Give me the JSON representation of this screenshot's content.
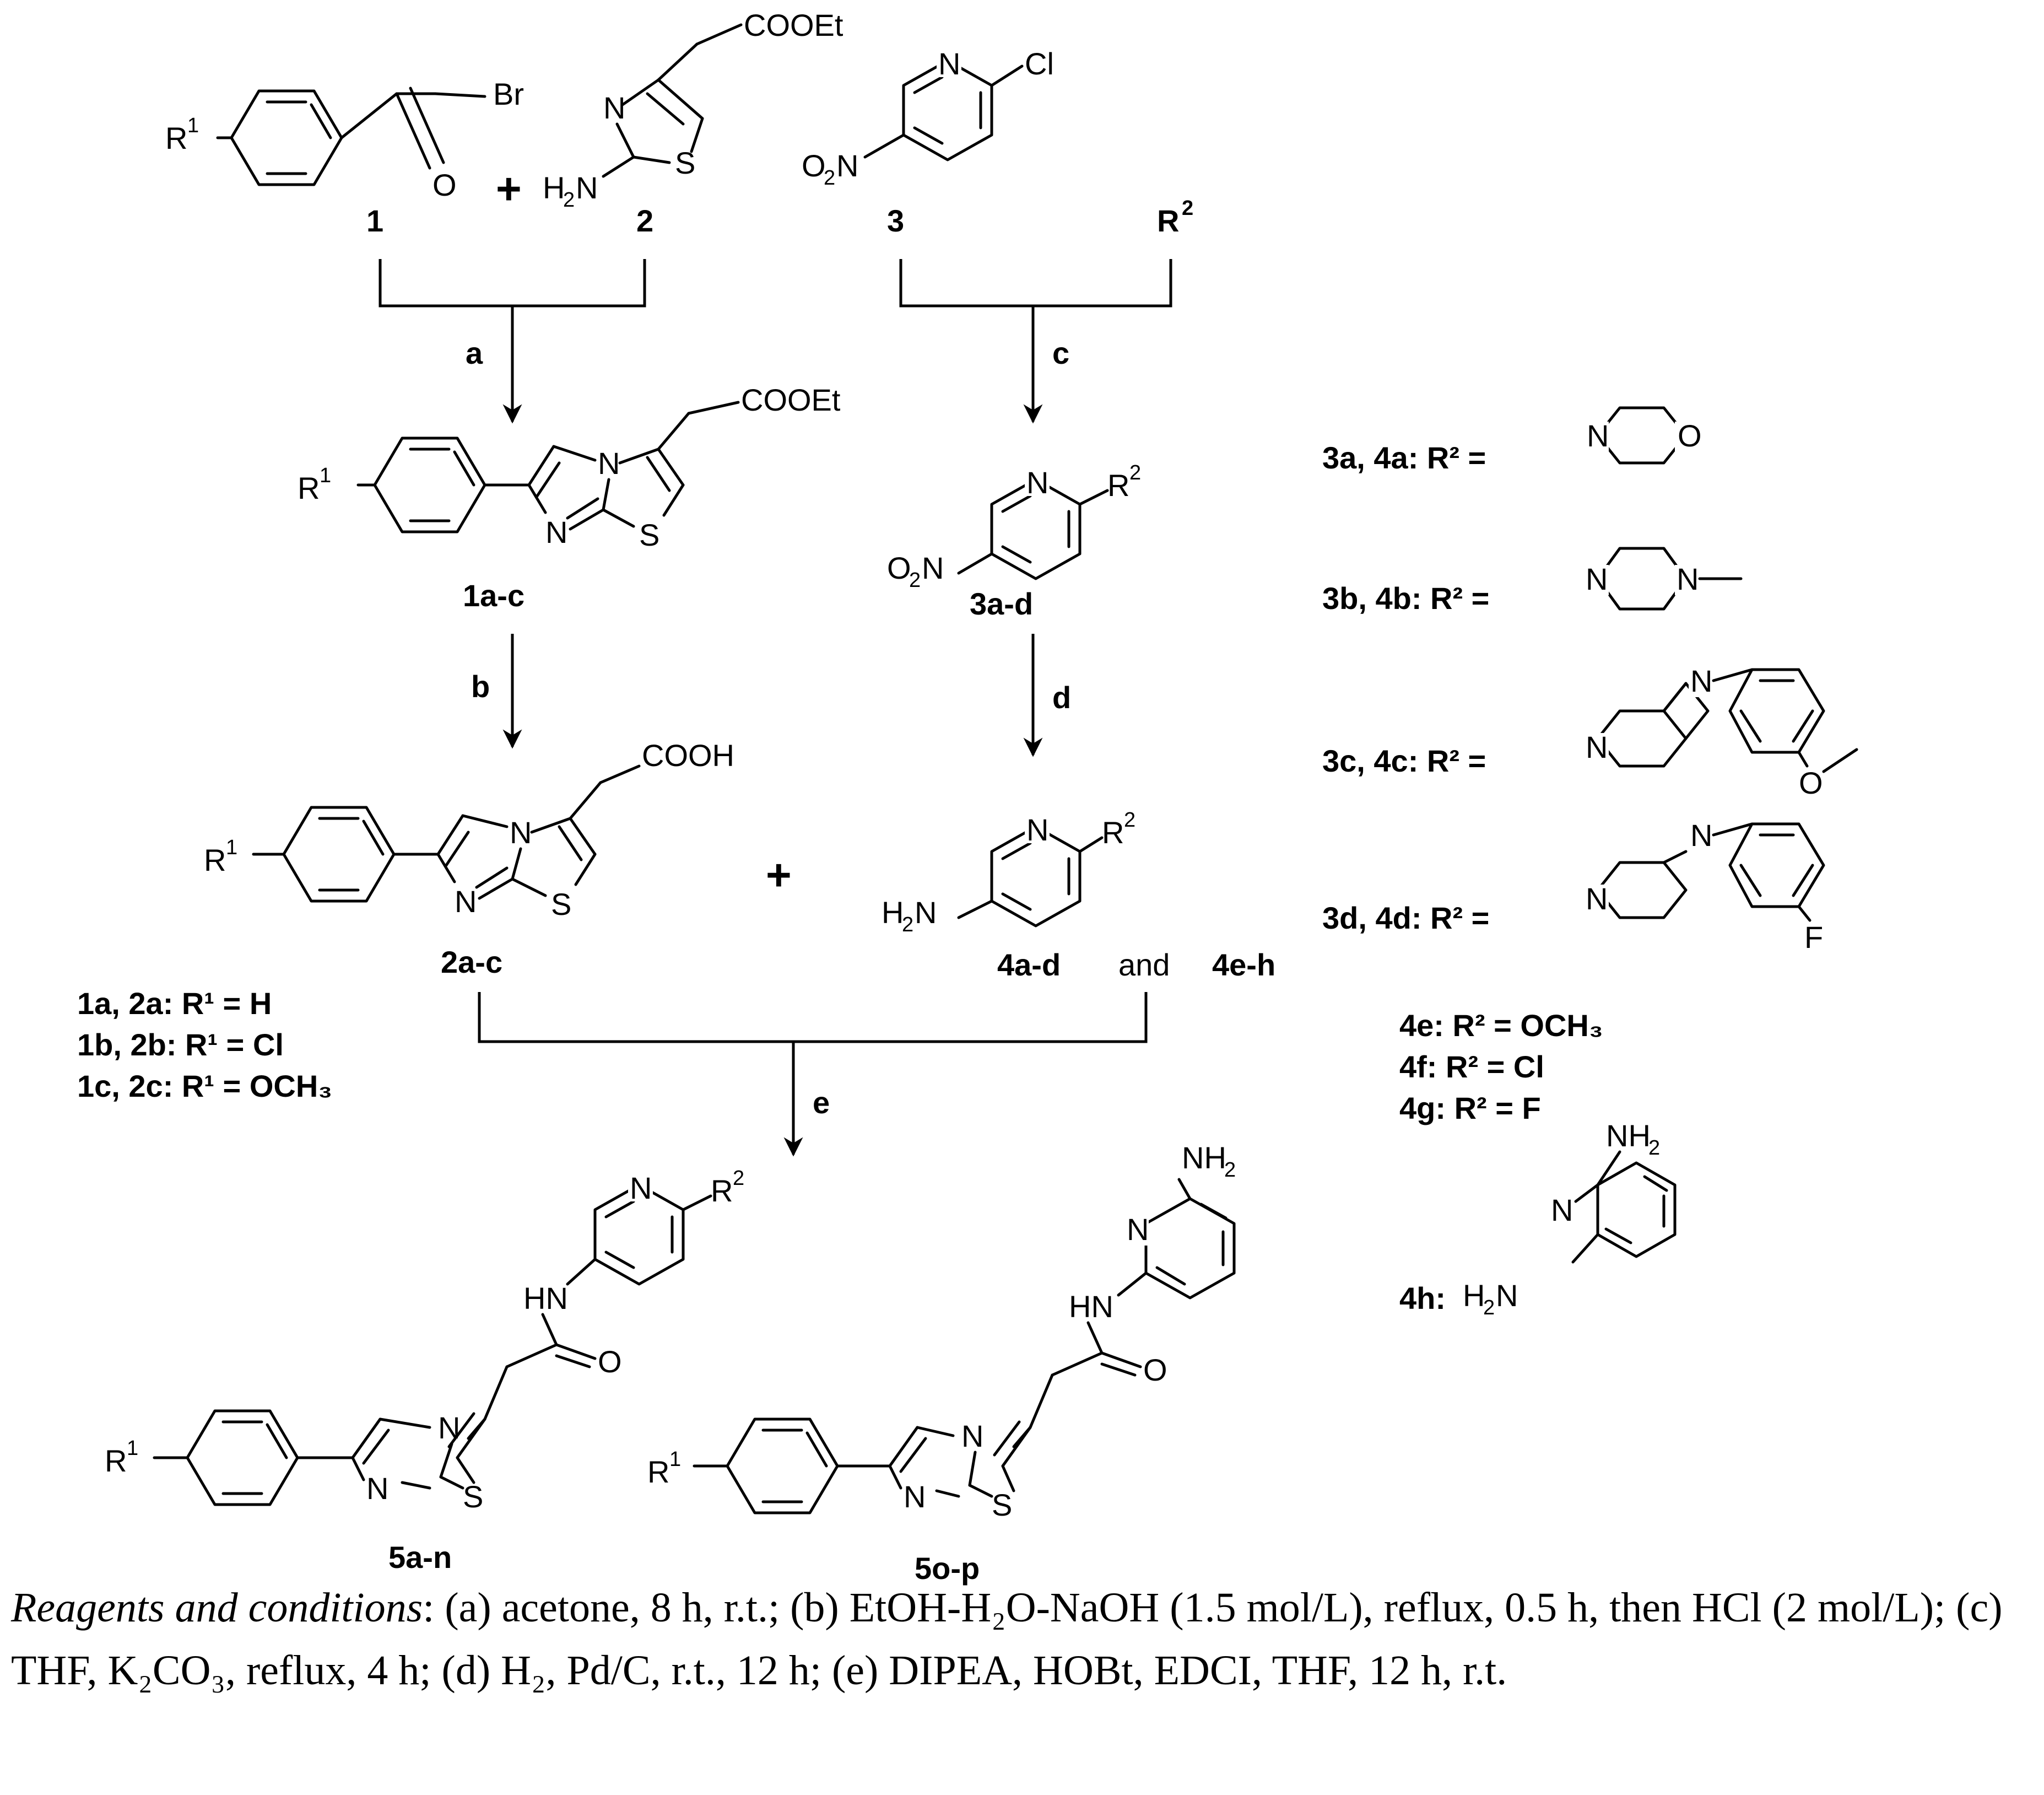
{
  "compounds": {
    "c1": "1",
    "c2": "2",
    "c3": "3",
    "c1ac": "1a-c",
    "c3ad": "3a-d",
    "c2ac": "2a-c",
    "c4ad": "4a-d",
    "and": "and",
    "c4eh": "4e-h",
    "c5an": "5a-n",
    "c5op": "5o-p"
  },
  "steps": {
    "a": "a",
    "b": "b",
    "c": "c",
    "d": "d",
    "e": "e"
  },
  "groups": {
    "cooet": "COOEt",
    "cooh": "COOH",
    "br": "Br",
    "cl": "Cl",
    "f": "F"
  },
  "substituents_r1": [
    {
      "id": "1a, 2a:",
      "value": "R¹ = H"
    },
    {
      "id": "1b, 2b:",
      "value": "R¹ = Cl"
    },
    {
      "id": "1c, 2c:",
      "value": "R¹ = OCH₃"
    }
  ],
  "substituents_r2": [
    {
      "id": "3a, 4a:",
      "value": "R² ="
    },
    {
      "id": "3b, 4b:",
      "value": "R² ="
    },
    {
      "id": "3c, 4c:",
      "value": "R² ="
    },
    {
      "id": "3d, 4d:",
      "value": "R² ="
    },
    {
      "id": "4e:",
      "value": "R² = OCH₃"
    },
    {
      "id": "4f:",
      "value": "R² = Cl"
    },
    {
      "id": "4g:",
      "value": "R² = F"
    },
    {
      "id": "4h:",
      "value": ""
    }
  ],
  "caption": {
    "lead": "Reagents and conditions",
    "text": ": (a) acetone, 8 h, r.t.; (b) EtOH-H₂O-NaOH (1.5 mol/L), reflux, 0.5 h, then HCl (2 mol/L); (c) THF, K₂CO₃, reflux, 4 h; (d) H₂, Pd/C, r.t., 12 h; (e) DIPEA, HOBt, EDCI, THF, 12 h, r.t."
  }
}
